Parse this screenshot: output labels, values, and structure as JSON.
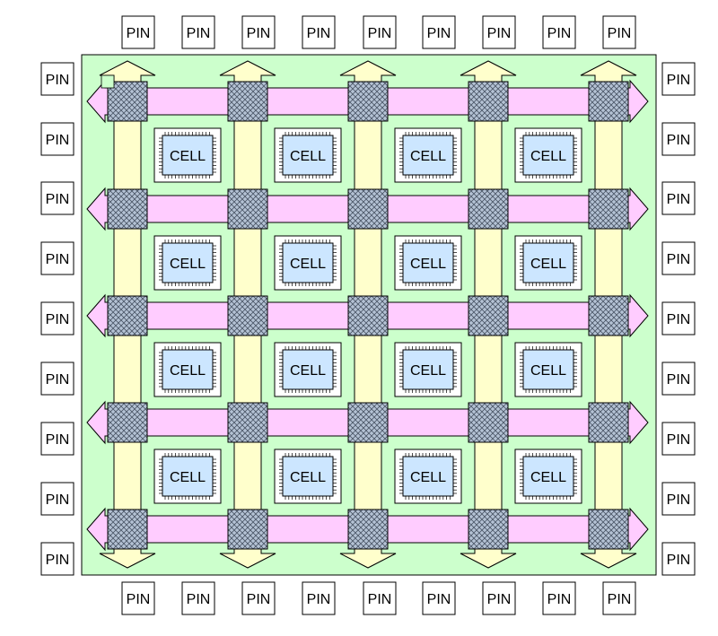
{
  "diagram": {
    "pin_label": "PIN",
    "cell_label": "CELL",
    "pins": {
      "top_count": 9,
      "bottom_count": 9,
      "left_count": 9,
      "right_count": 9
    },
    "cells": {
      "rows": 4,
      "cols": 4
    },
    "routing": {
      "vertical_channels": 5,
      "horizontal_channels": 5
    },
    "colors": {
      "background": "#ffffff",
      "die": "#ccffcc",
      "vertical_channel": "#ffffcc",
      "horizontal_channel": "#ffccff",
      "switch_box": "#a9b8cc",
      "cell_core": "#cce6ff",
      "outline": "#000000"
    }
  }
}
